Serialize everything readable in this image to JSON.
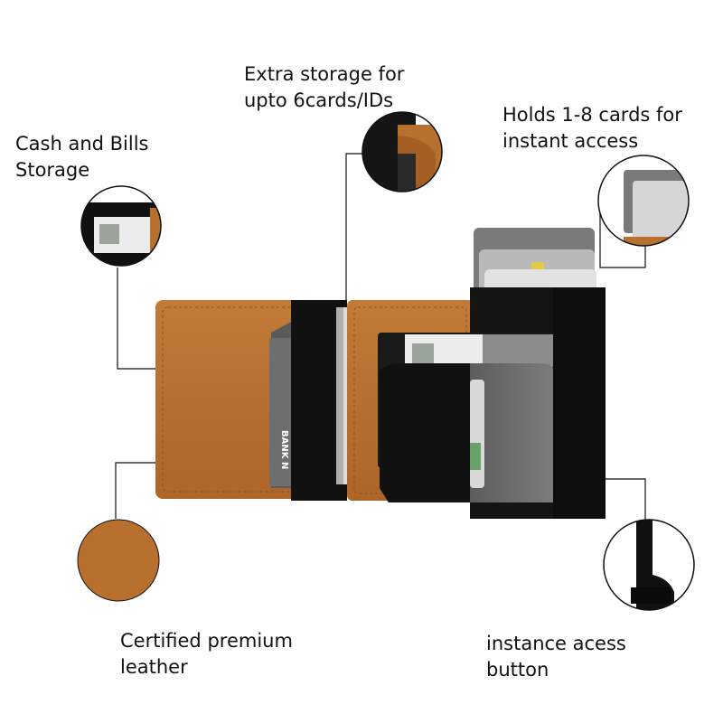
{
  "callouts": {
    "extra_storage": {
      "line1": "Extra storage for",
      "line2": "upto 6cards/IDs"
    },
    "holds_cards": {
      "line1": "Holds 1-8 cards for",
      "line2": "instant access"
    },
    "cash_bills": {
      "line1": "Cash and Bills",
      "line2": "Storage"
    },
    "leather": {
      "line1": "Certified premium",
      "line2": "leather"
    },
    "button": {
      "line1": "instance acess",
      "line2": "button"
    }
  },
  "wallet": {
    "card_print": "BANK N"
  },
  "colors": {
    "leather": "#b8702f",
    "leather_light": "#c98541",
    "strap": "#111111",
    "card_grey": "#8a8a8a",
    "metal": "#5c5c5c",
    "lines": "#111111"
  }
}
